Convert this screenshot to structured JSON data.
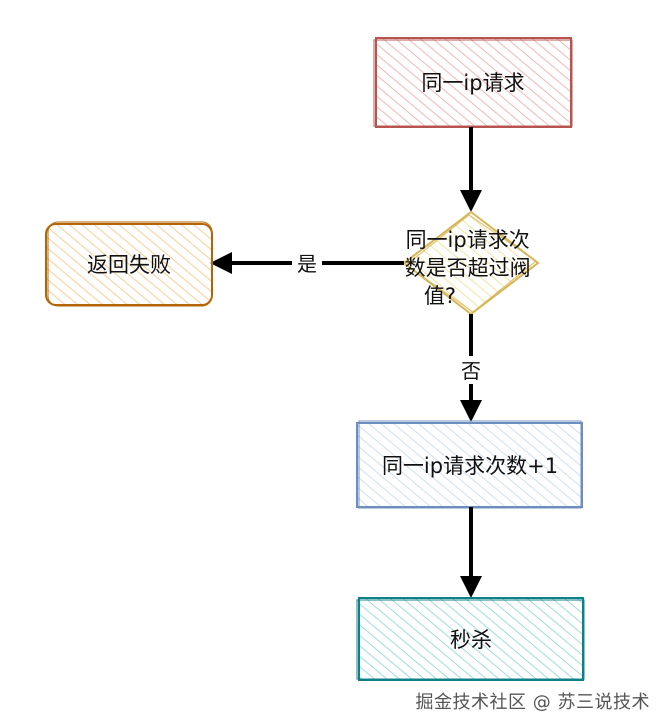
{
  "nodes": {
    "start": {
      "label": "同一ip请求",
      "stroke": "#b85450",
      "fill": "#f8cecc"
    },
    "decision": {
      "lines": [
        "同一ip请求次",
        "数是否超过阀",
        "值?"
      ],
      "stroke": "#d6b656",
      "fill": "#fff2cc"
    },
    "fail": {
      "label": "返回失败",
      "stroke": "#b46504",
      "fill": "#fad7ac"
    },
    "increment": {
      "label": "同一ip请求次数+1",
      "stroke": "#6c8ebf",
      "fill": "#dae8fc"
    },
    "seckill": {
      "label": "秒杀",
      "stroke": "#0e8088",
      "fill": "#b0e3e6"
    }
  },
  "edges": {
    "yes_label": "是",
    "no_label": "否"
  },
  "watermark": "掘金技术社区 @ 苏三说技术"
}
